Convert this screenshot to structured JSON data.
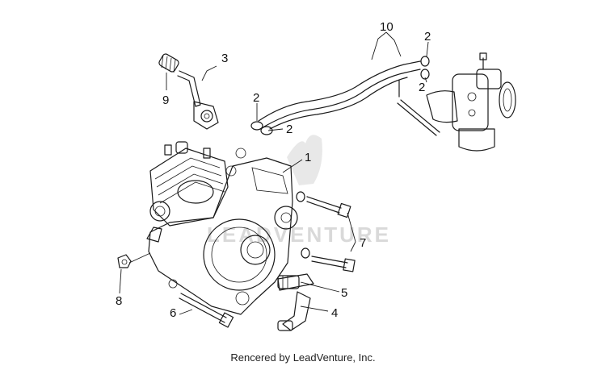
{
  "watermark": "LEADVENTURE",
  "callouts": [
    "1",
    "2",
    "3",
    "4",
    "5",
    "6",
    "7",
    "8",
    "9",
    "10"
  ],
  "credit": "Rencered by LeadVenture, Inc."
}
